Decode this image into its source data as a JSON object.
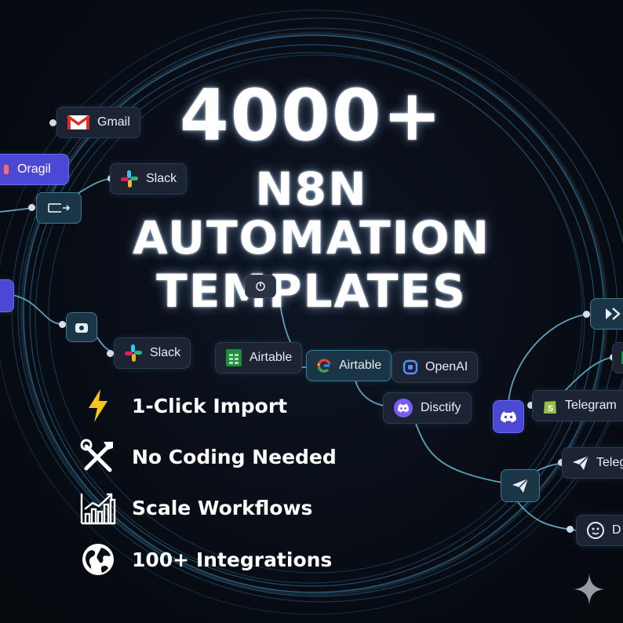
{
  "headline": {
    "line1": "4000+",
    "line2": "N8N",
    "line3": "AUTOMATION",
    "line4": "TEMPLATES"
  },
  "nodes": {
    "gmail": "Gmail",
    "oragil": "Oragil",
    "slack_top": "Slack",
    "slack_bottom": "Slack",
    "airtable_left": "Airtable",
    "airtable_center": "Airtable",
    "openai": "OpenAI",
    "disctify": "Disctify",
    "telegram_top": "Telegram",
    "telegram_right": "Teleg",
    "d_right": "D"
  },
  "features": [
    {
      "icon": "lightning-icon",
      "label": "1-Click Import"
    },
    {
      "icon": "tools-icon",
      "label": "No Coding Needed"
    },
    {
      "icon": "growth-chart-icon",
      "label": "Scale Workflows"
    },
    {
      "icon": "globe-icon",
      "label": "100+ Integrations"
    }
  ],
  "colors": {
    "background": "#070b12",
    "ring": "#3a9fd6",
    "node": "#1c2434",
    "node_teal": "#1a3546",
    "accent_purple": "#4c48d6",
    "lightning": "#f5c518"
  }
}
